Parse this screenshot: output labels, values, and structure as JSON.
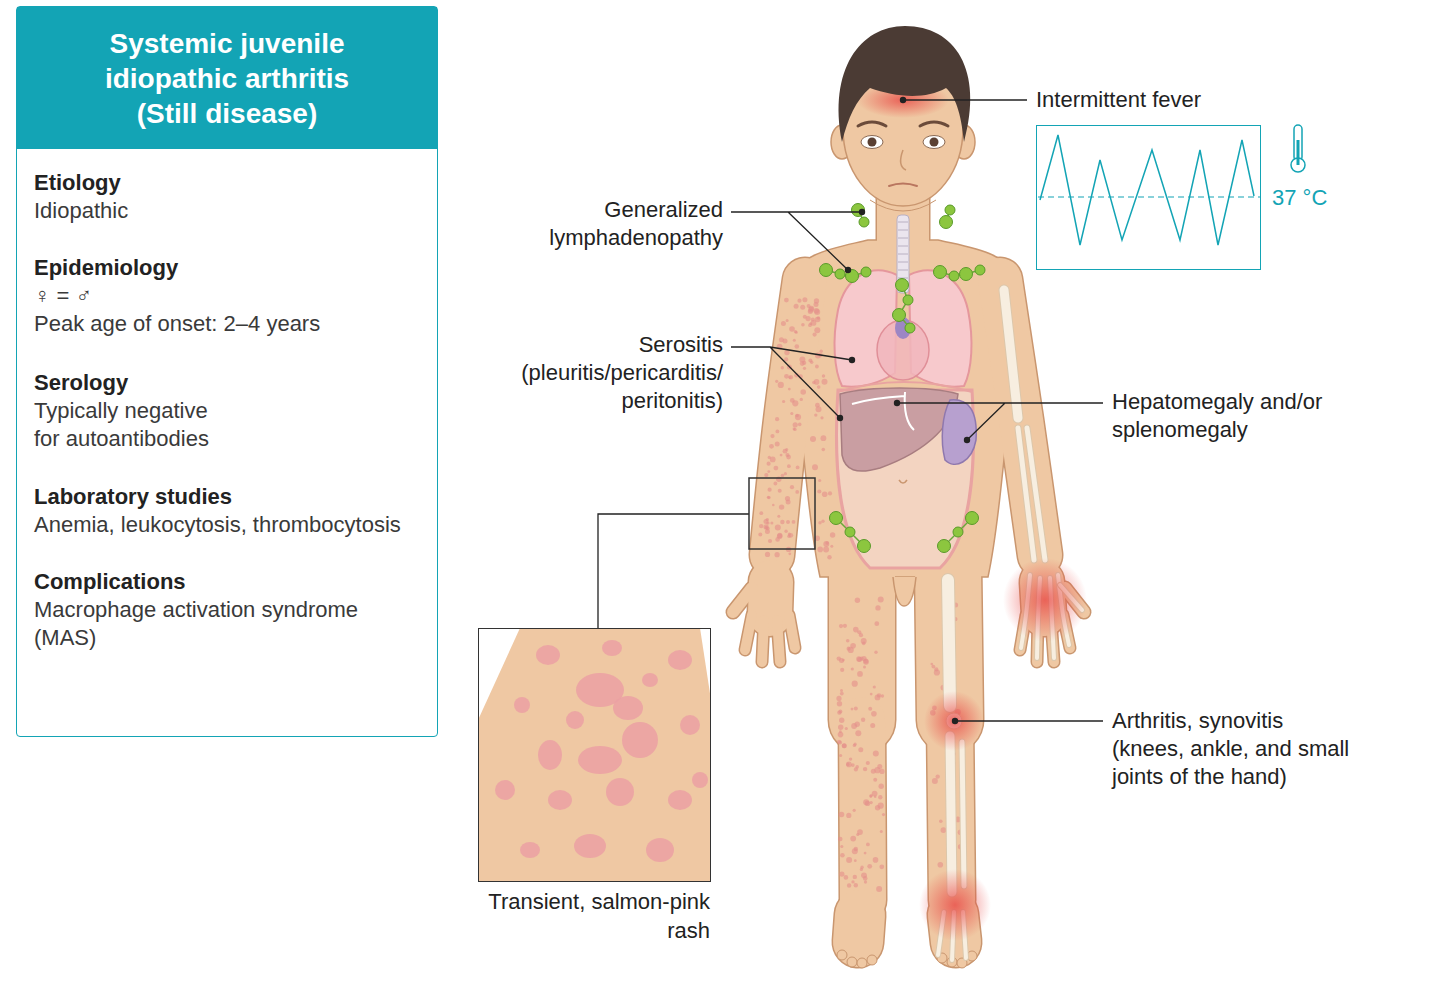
{
  "diagram": {
    "title": "Systemic juvenile idiopathic arthritis (Still disease)",
    "nodes": [
      {
        "text": [
          "Etiology",
          "Idiopathic"
        ]
      },
      {
        "text": [
          "Epidemiology",
          "♀ = ♂",
          "Peak age of onset: 2–4 years"
        ]
      },
      {
        "text": [
          "Serology",
          "Typically negative for autoantibodies"
        ]
      },
      {
        "text": [
          "Laboratory studies",
          "Anemia, leukocytosis, thrombocytosis"
        ]
      },
      {
        "text": [
          "Complications",
          "Macrophage activation syndrome (MAS)"
        ]
      },
      {
        "text": [
          "37 °C"
        ]
      },
      {
        "text": [
          "Transient, salmon-pink rash"
        ]
      }
    ],
    "labels": [
      "Intermittent fever",
      "Generalized lymphadenopathy",
      "Serositis (pleuritis/pericarditis/ peritonitis)",
      "Hepatomegaly and/or splenomegaly",
      "Arthritis, synovitis (knees, ankle, and small joints of the hand)"
    ]
  }
}
